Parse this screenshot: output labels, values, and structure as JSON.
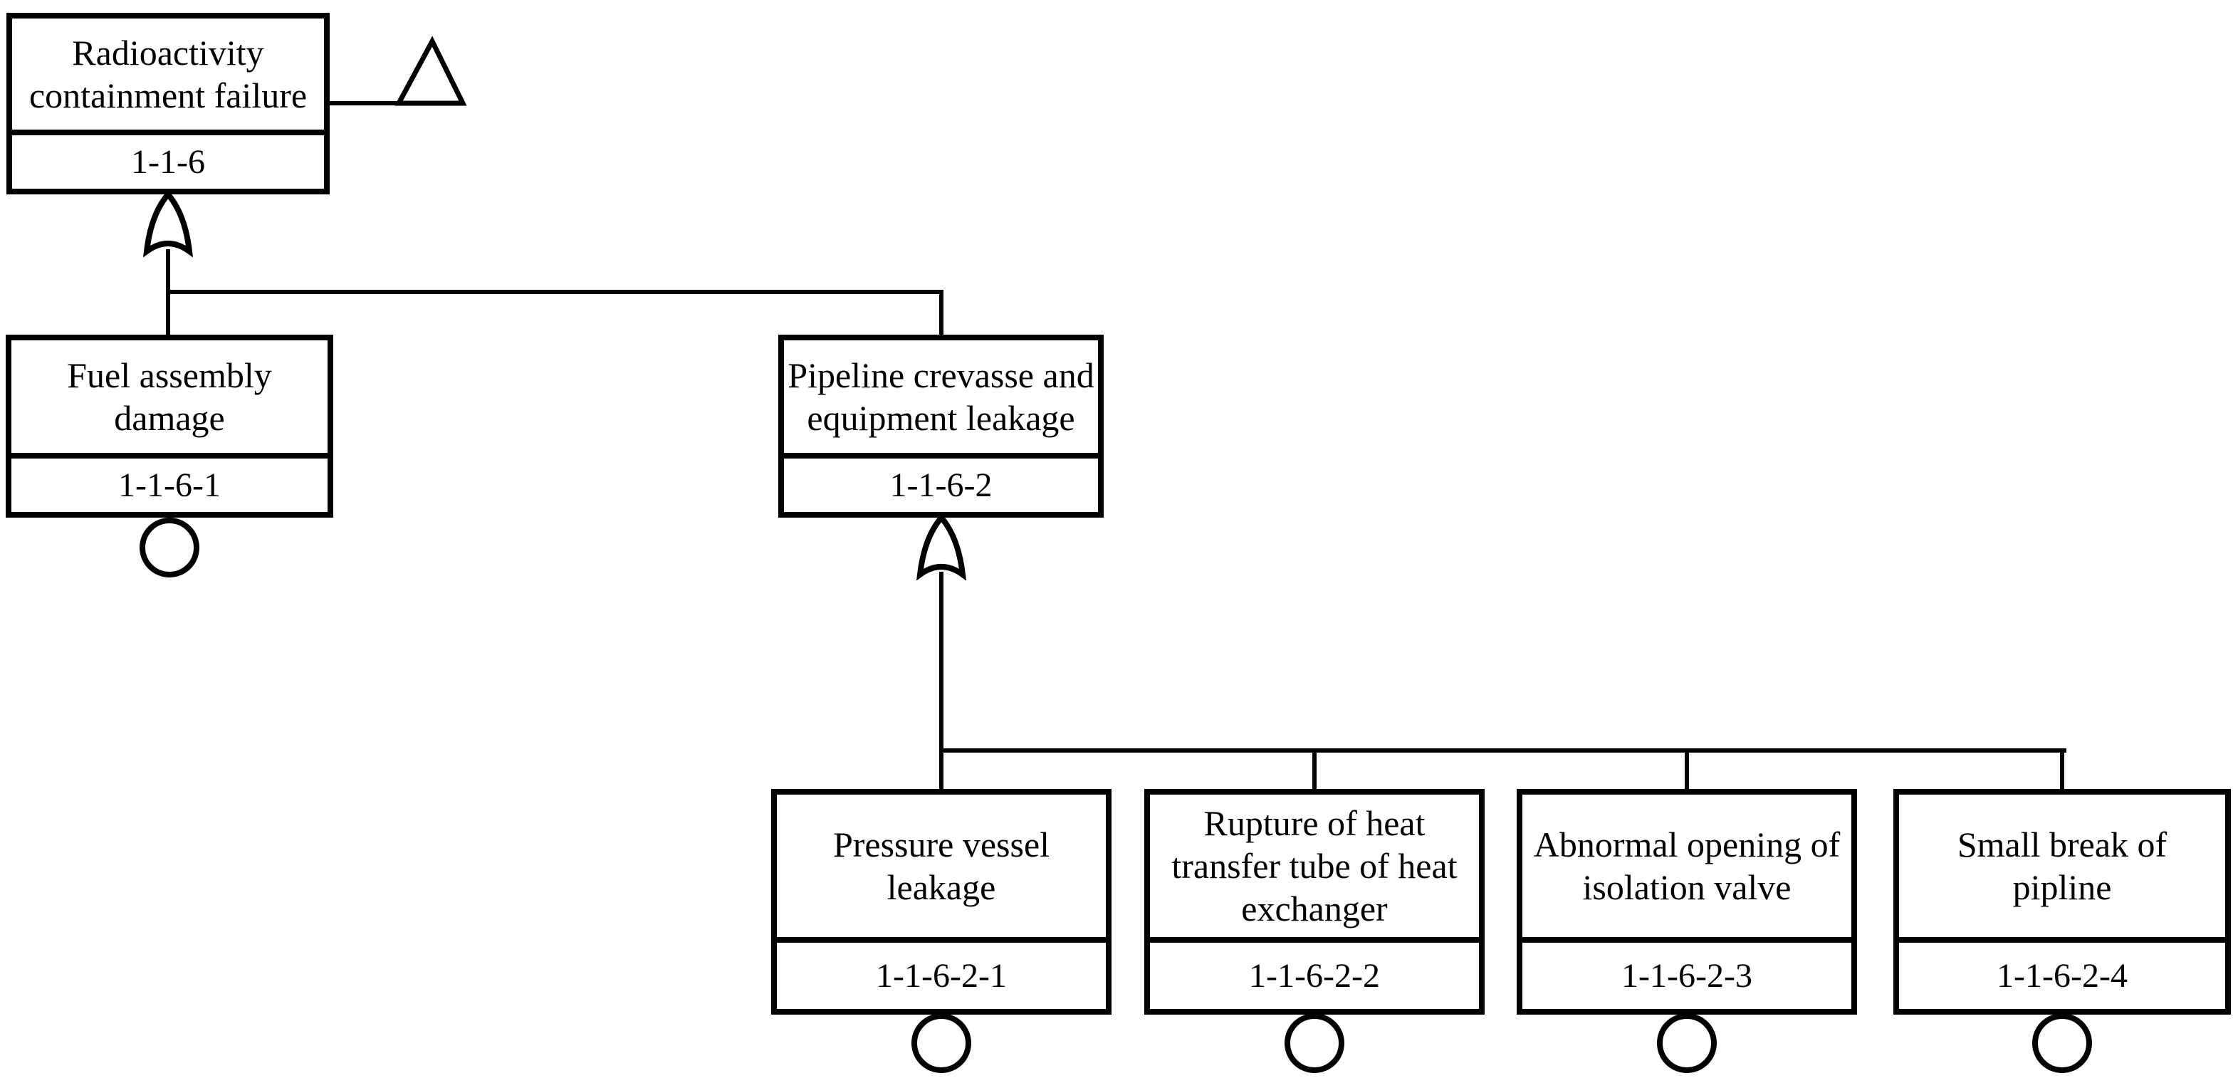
{
  "diagram_type": "fault-tree",
  "colors": {
    "line": "#000000",
    "background": "#ffffff"
  },
  "nodes": [
    {
      "id": "1-1-6",
      "title": "Radioactivity\ncontainment failure"
    },
    {
      "id": "1-1-6-1",
      "title": "Fuel assembly\ndamage"
    },
    {
      "id": "1-1-6-2",
      "title": "Pipeline crevasse and\nequipment leakage"
    },
    {
      "id": "1-1-6-2-1",
      "title": "Pressure vessel\nleakage"
    },
    {
      "id": "1-1-6-2-2",
      "title": "Rupture of heat\ntransfer tube of heat\nexchanger"
    },
    {
      "id": "1-1-6-2-3",
      "title": "Abnormal opening of\nisolation valve"
    },
    {
      "id": "1-1-6-2-4",
      "title": "Small break of\npipline"
    }
  ],
  "gates": [
    {
      "under": "1-1-6",
      "type": "OR"
    },
    {
      "under": "1-1-6-2",
      "type": "OR"
    }
  ],
  "transfer_symbols": [
    {
      "at": "1-1-6",
      "type": "transfer-triangle"
    }
  ],
  "basic_events": [
    "1-1-6-1",
    "1-1-6-2-1",
    "1-1-6-2-2",
    "1-1-6-2-3",
    "1-1-6-2-4"
  ],
  "edges": [
    {
      "from": "1-1-6",
      "to": "1-1-6-1"
    },
    {
      "from": "1-1-6",
      "to": "1-1-6-2"
    },
    {
      "from": "1-1-6-2",
      "to": "1-1-6-2-1"
    },
    {
      "from": "1-1-6-2",
      "to": "1-1-6-2-2"
    },
    {
      "from": "1-1-6-2",
      "to": "1-1-6-2-3"
    },
    {
      "from": "1-1-6-2",
      "to": "1-1-6-2-4"
    }
  ]
}
